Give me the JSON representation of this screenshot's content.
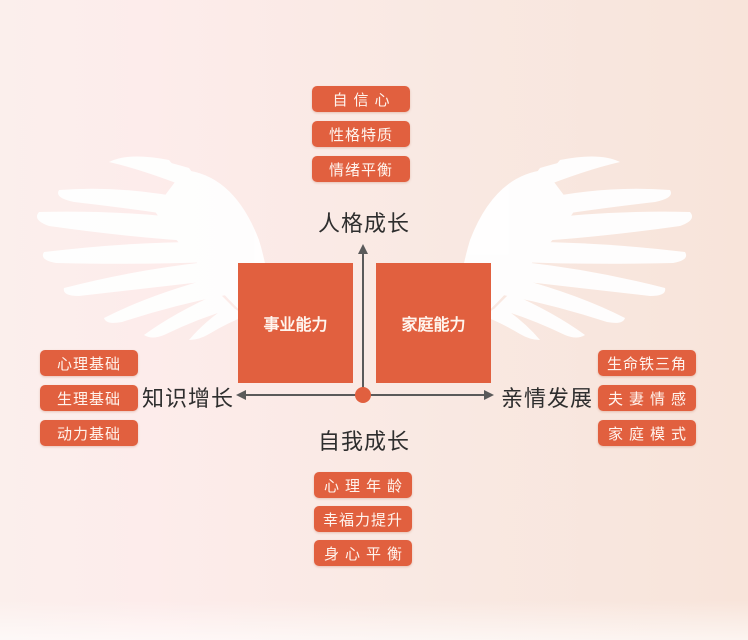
{
  "colors": {
    "accent": "#e1603f",
    "pill_text": "#fff4ee",
    "axis_line": "#5a5a5a",
    "label_text": "#2e2e2e",
    "wing": "#ffffff",
    "background": "#f9e9e3"
  },
  "icons": {
    "left_wing": "wing-icon",
    "right_wing": "wing-icon",
    "axis_origin": "dot-icon",
    "arrows": "arrow-icon"
  },
  "axes": {
    "top": {
      "label": "人格成长",
      "items": [
        "自信心",
        "性格特质",
        "情绪平衡"
      ]
    },
    "left": {
      "label": "知识增长",
      "items": [
        "心理基础",
        "生理基础",
        "动力基础"
      ]
    },
    "right": {
      "label": "亲情发展",
      "items": [
        "生命铁三角",
        "夫妻情感",
        "家庭模式"
      ]
    },
    "bottom": {
      "label": "自我成长",
      "items": [
        "心理年龄",
        "幸福力提升",
        "身心平衡"
      ]
    }
  },
  "center_boxes": {
    "left": "事业能力",
    "right": "家庭能力"
  }
}
